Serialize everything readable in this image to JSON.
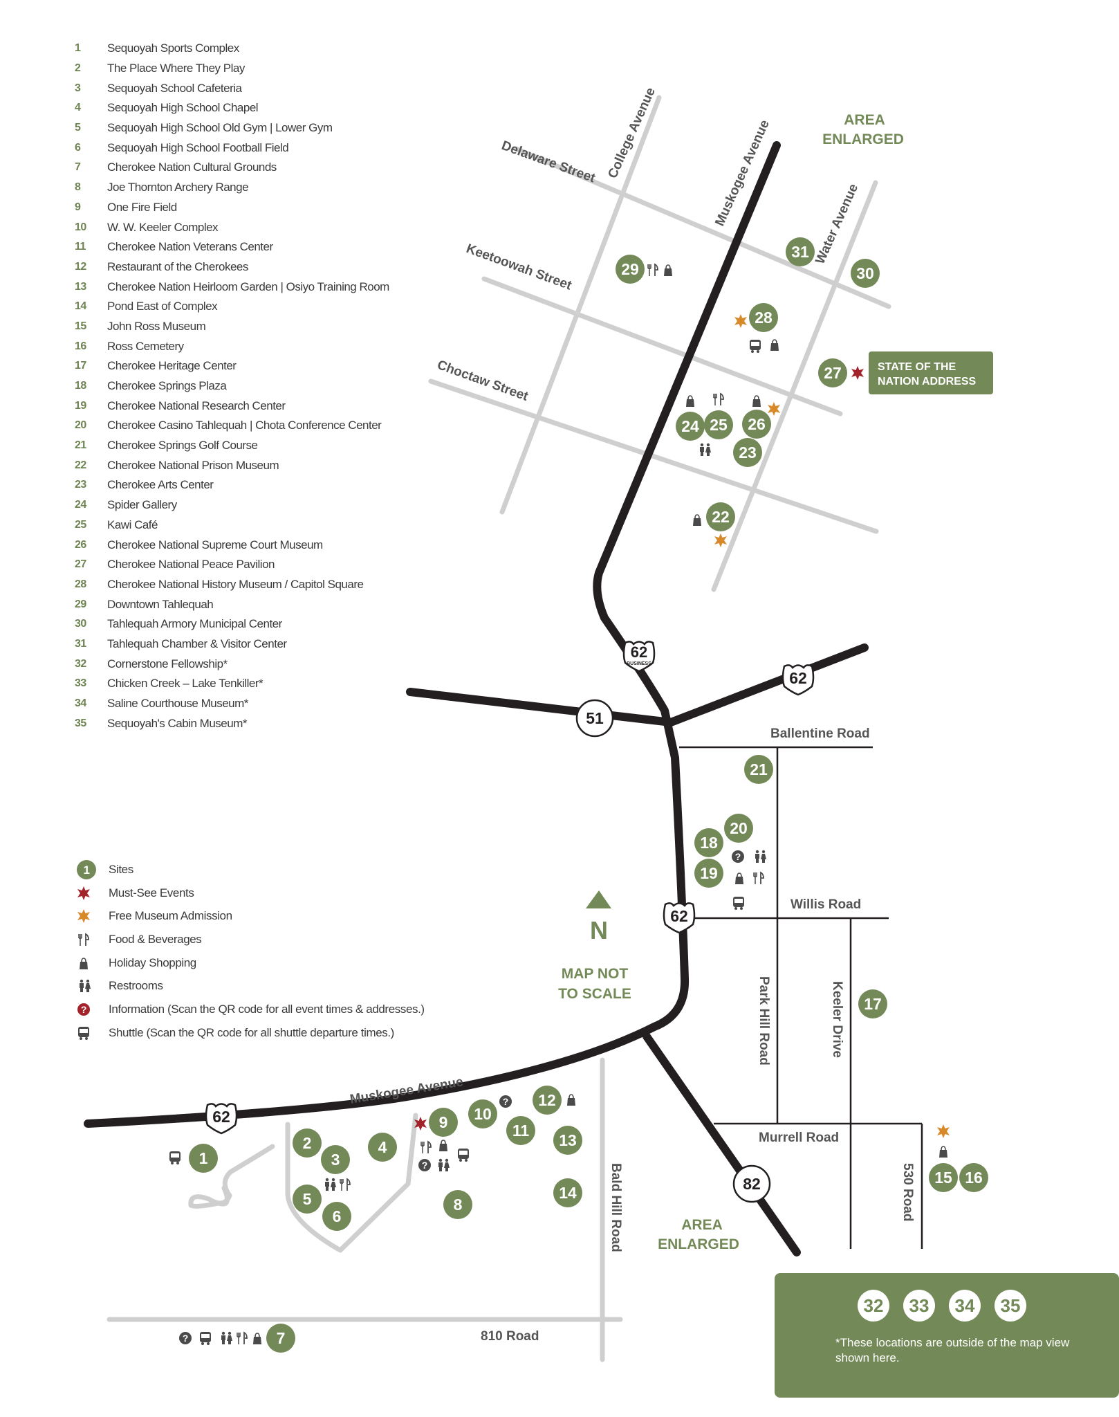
{
  "sites": [
    {
      "num": "1",
      "name": "Sequoyah Sports Complex"
    },
    {
      "num": "2",
      "name": "The Place Where They Play"
    },
    {
      "num": "3",
      "name": "Sequoyah School Cafeteria"
    },
    {
      "num": "4",
      "name": "Sequoyah High School Chapel"
    },
    {
      "num": "5",
      "name": "Sequoyah High School Old Gym  |  Lower Gym"
    },
    {
      "num": "6",
      "name": "Sequoyah High School Football Field"
    },
    {
      "num": "7",
      "name": "Cherokee Nation Cultural Grounds"
    },
    {
      "num": "8",
      "name": "Joe Thornton Archery Range"
    },
    {
      "num": "9",
      "name": "One Fire Field"
    },
    {
      "num": "10",
      "name": "W. W. Keeler Complex"
    },
    {
      "num": "11",
      "name": "Cherokee Nation Veterans Center"
    },
    {
      "num": "12",
      "name": "Restaurant of the Cherokees"
    },
    {
      "num": "13",
      "name": "Cherokee Nation Heirloom Garden  |  Osiyo Training Room"
    },
    {
      "num": "14",
      "name": "Pond East of Complex"
    },
    {
      "num": "15",
      "name": "John Ross Museum"
    },
    {
      "num": "16",
      "name": "Ross Cemetery"
    },
    {
      "num": "17",
      "name": "Cherokee Heritage Center"
    },
    {
      "num": "18",
      "name": "Cherokee Springs Plaza"
    },
    {
      "num": "19",
      "name": "Cherokee National Research Center"
    },
    {
      "num": "20",
      "name": "Cherokee Casino Tahlequah  |  Chota Conference Center"
    },
    {
      "num": "21",
      "name": "Cherokee Springs Golf Course"
    },
    {
      "num": "22",
      "name": "Cherokee National Prison Museum"
    },
    {
      "num": "23",
      "name": "Cherokee Arts Center"
    },
    {
      "num": "24",
      "name": "Spider Gallery"
    },
    {
      "num": "25",
      "name": "Kawi Café"
    },
    {
      "num": "26",
      "name": "Cherokee National Supreme Court Museum"
    },
    {
      "num": "27",
      "name": "Cherokee National Peace Pavilion"
    },
    {
      "num": "28",
      "name": "Cherokee National History Museum / Capitol Square"
    },
    {
      "num": "29",
      "name": "Downtown Tahlequah"
    },
    {
      "num": "30",
      "name": "Tahlequah Armory Municipal Center"
    },
    {
      "num": "31",
      "name": "Tahlequah Chamber & Visitor Center"
    },
    {
      "num": "32",
      "name": "Cornerstone Fellowship*"
    },
    {
      "num": "33",
      "name": "Chicken Creek – Lake Tenkiller*"
    },
    {
      "num": "34",
      "name": "Saline Courthouse Museum*"
    },
    {
      "num": "35",
      "name": "Sequoyah's Cabin Museum*"
    }
  ],
  "legend": [
    {
      "icon": "site-marker-icon",
      "marker": "1",
      "label": "Sites"
    },
    {
      "icon": "must-see-star-icon",
      "label": "Must-See Events"
    },
    {
      "icon": "free-admission-star-icon",
      "label": "Free Museum Admission"
    },
    {
      "icon": "fork-knife-icon",
      "label": "Food & Beverages"
    },
    {
      "icon": "shopping-bag-icon",
      "label": "Holiday Shopping"
    },
    {
      "icon": "restroom-icon",
      "label": "Restrooms"
    },
    {
      "icon": "information-icon",
      "label": "Information (Scan the QR code for all event times & addresses.)"
    },
    {
      "icon": "shuttle-bus-icon",
      "label": "Shuttle (Scan the QR code for all shuttle departure times.)"
    }
  ],
  "map": {
    "streets": {
      "delaware": "Delaware Street",
      "college": "College Avenue",
      "muskogee_north": "Muskogee Avenue",
      "water": "Water Avenue",
      "keetoowah": "Keetoowah Street",
      "choctaw": "Choctaw Street",
      "ballentine": "Ballentine Road",
      "willis": "Willis Road",
      "park_hill": "Park Hill Road",
      "keeler": "Keeler Drive",
      "murrell": "Murrell Road",
      "road_530": "530 Road",
      "bald_hill": "Bald Hill Road",
      "road_810": "810 Road",
      "muskogee_south": "Muskogee Avenue"
    },
    "shields": {
      "us62_business": "62",
      "business_tag": "BUSINESS",
      "us62_east": "62",
      "us62_mid": "62",
      "us62_west": "62",
      "sh51": "51",
      "sh82": "82"
    },
    "area_enlarged_top": [
      "AREA",
      "ENLARGED"
    ],
    "area_enlarged_bottom": [
      "AREA",
      "ENLARGED"
    ],
    "state_address_callout": [
      "STATE OF THE",
      "NATION ADDRESS"
    ],
    "north_label": "N",
    "scale_note": [
      "MAP NOT",
      "TO SCALE"
    ],
    "markers": {
      "m1": "1",
      "m2": "2",
      "m3": "3",
      "m4": "4",
      "m5": "5",
      "m6": "6",
      "m7": "7",
      "m8": "8",
      "m9": "9",
      "m10": "10",
      "m11": "11",
      "m12": "12",
      "m13": "13",
      "m14": "14",
      "m15": "15",
      "m16": "16",
      "m17": "17",
      "m18": "18",
      "m19": "19",
      "m20": "20",
      "m21": "21",
      "m22": "22",
      "m23": "23",
      "m24": "24",
      "m25": "25",
      "m26": "26",
      "m27": "27",
      "m28": "28",
      "m29": "29",
      "m30": "30",
      "m31": "31"
    }
  },
  "outside_panel": {
    "sites": [
      "32",
      "33",
      "34",
      "35"
    ],
    "note": "*These locations are outside of the map view shown here."
  },
  "colors": {
    "site_green": "#738957",
    "must_see_red": "#a3232b",
    "free_orange": "#d88a2b",
    "road_black": "#231f20",
    "street_gray": "#cfcfcf",
    "icon_gray": "#4a4a4a"
  }
}
